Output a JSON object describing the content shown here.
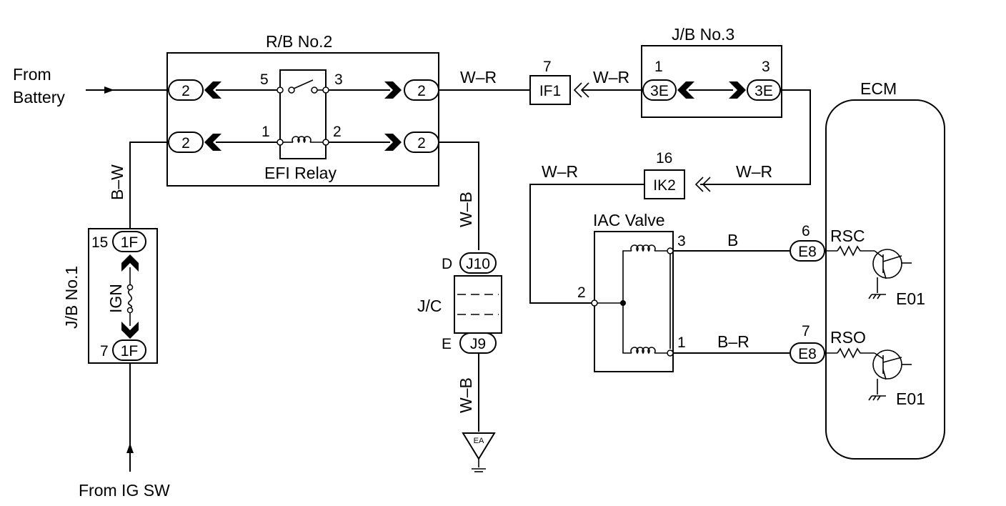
{
  "source": {
    "battery": "From\nBattery",
    "ig_sw": "From IG SW"
  },
  "rb_no2": {
    "title": "R/B No.2",
    "connector_left_top": "2",
    "connector_left_bottom": "2",
    "connector_right_top": "2",
    "connector_right_bottom": "2",
    "relay_pins": [
      "5",
      "3",
      "1",
      "2"
    ],
    "relay_name": "EFI Relay"
  },
  "wires": {
    "bw": "B–W",
    "wr_1": "W–R",
    "wr_2": "W–R",
    "wr_3": "W–R",
    "wr_4": "W–R",
    "wb_top": "W–B",
    "wb_bottom": "W–B",
    "b": "B",
    "br": "B–R"
  },
  "if1": {
    "pin": "7",
    "label": "IF1"
  },
  "jb_no3": {
    "title": "J/B No.3",
    "pin_left": "1",
    "pin_right": "3",
    "conn_left": "3E",
    "conn_right": "3E"
  },
  "ik2": {
    "pin": "16",
    "label": "IK2"
  },
  "jb_no1": {
    "title": "J/B No.1",
    "pin_top": "15",
    "conn_top": "1F",
    "fuse": "IGN",
    "pin_bottom": "7",
    "conn_bottom": "1F"
  },
  "jc": {
    "label": "J/C",
    "pin_top": "D",
    "conn_top": "J10",
    "pin_bottom": "E",
    "conn_bottom": "J9"
  },
  "ground": {
    "label": "EA"
  },
  "iac": {
    "title": "IAC Valve",
    "pin_common": "2",
    "pin_top": "3",
    "pin_bottom": "1"
  },
  "ecm": {
    "title": "ECM",
    "rsc": {
      "pin": "6",
      "conn": "E8",
      "name": "RSC",
      "gnd": "E01"
    },
    "rso": {
      "pin": "7",
      "conn": "E8",
      "name": "RSO",
      "gnd": "E01"
    }
  }
}
